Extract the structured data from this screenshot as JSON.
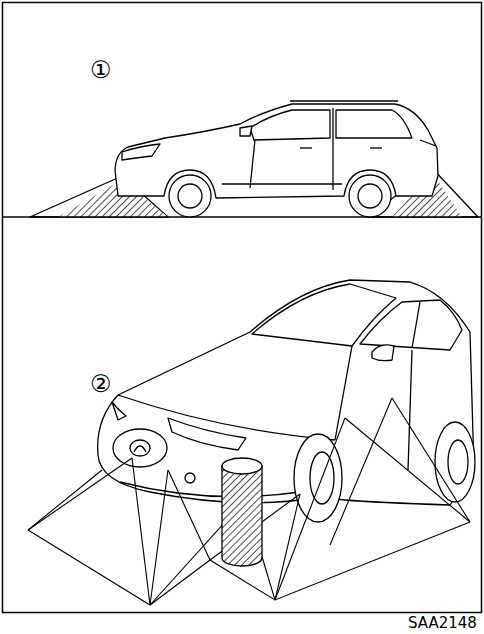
{
  "diagram": {
    "labels": [
      "①",
      "②",
      "SAA2148"
    ]
  }
}
